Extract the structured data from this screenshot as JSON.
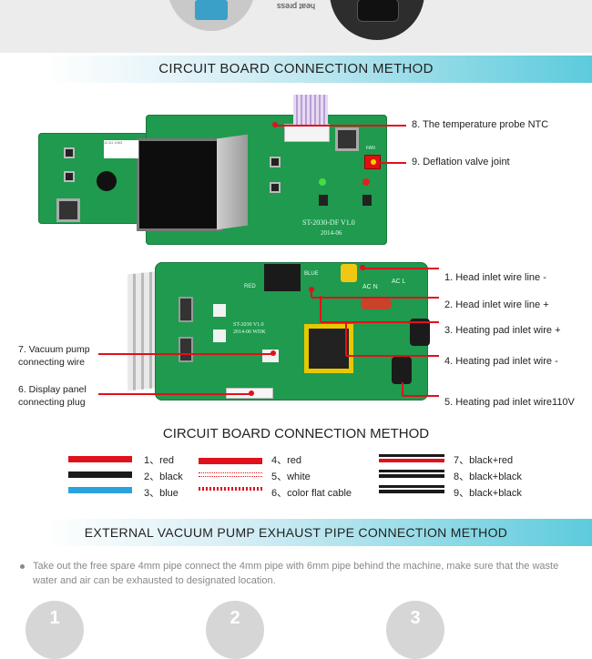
{
  "top": {
    "rotated_text": "heat press"
  },
  "section1": {
    "title": "CIRCUIT BOARD CONNECTION METHOD"
  },
  "board_top": {
    "silk_model": "ST-2030-DF V1.0",
    "silk_date": "2014-06",
    "silk_fan": "FAN",
    "sticker": "12 A1 1063"
  },
  "board_bottom": {
    "silk_model": "ST-2030 V1.0",
    "silk_date": "2014-06 WDK",
    "silk_acn": "AC N",
    "silk_acl": "AC L",
    "silk_red": "RED",
    "silk_blue": "BLUE"
  },
  "annotations": {
    "a8": "8. The temperature probe NTC",
    "a9": "9. Deflation valve joint",
    "a1": "1. Head inlet wire line -",
    "a2": "2. Head inlet wire line +",
    "a3": "3. Heating pad inlet wire +",
    "a4": "4.  Heating pad inlet wire -",
    "a5": "5. Heating pad inlet wire110V",
    "a7": "7. Vacuum pump connecting wire",
    "a6": "6. Display panel connecting plug"
  },
  "section2": {
    "title": "CIRCUIT BOARD CONNECTION METHOD"
  },
  "legend": [
    {
      "label": "1、red"
    },
    {
      "label": "2、black"
    },
    {
      "label": "3、blue"
    },
    {
      "label": "4、red"
    },
    {
      "label": "5、white"
    },
    {
      "label": "6、color flat cable"
    },
    {
      "label": "7、black+red"
    },
    {
      "label": "8、black+black"
    },
    {
      "label": "9、black+black"
    }
  ],
  "section3": {
    "title": "EXTERNAL VACUUM PUMP EXHAUST PIPE CONNECTION METHOD",
    "text": "Take out the free spare 4mm pipe connect the 4mm pipe with 6mm pipe behind the machine, make sure that the waste water and air can be exhausted to designated location.",
    "steps": [
      "1",
      "2",
      "3"
    ]
  },
  "colors": {
    "red": "#e0111b",
    "black": "#1a1a1a",
    "blue": "#2aa3dc",
    "board_green": "#1f9a4e",
    "banner_cyan": "#5ccbdc"
  }
}
